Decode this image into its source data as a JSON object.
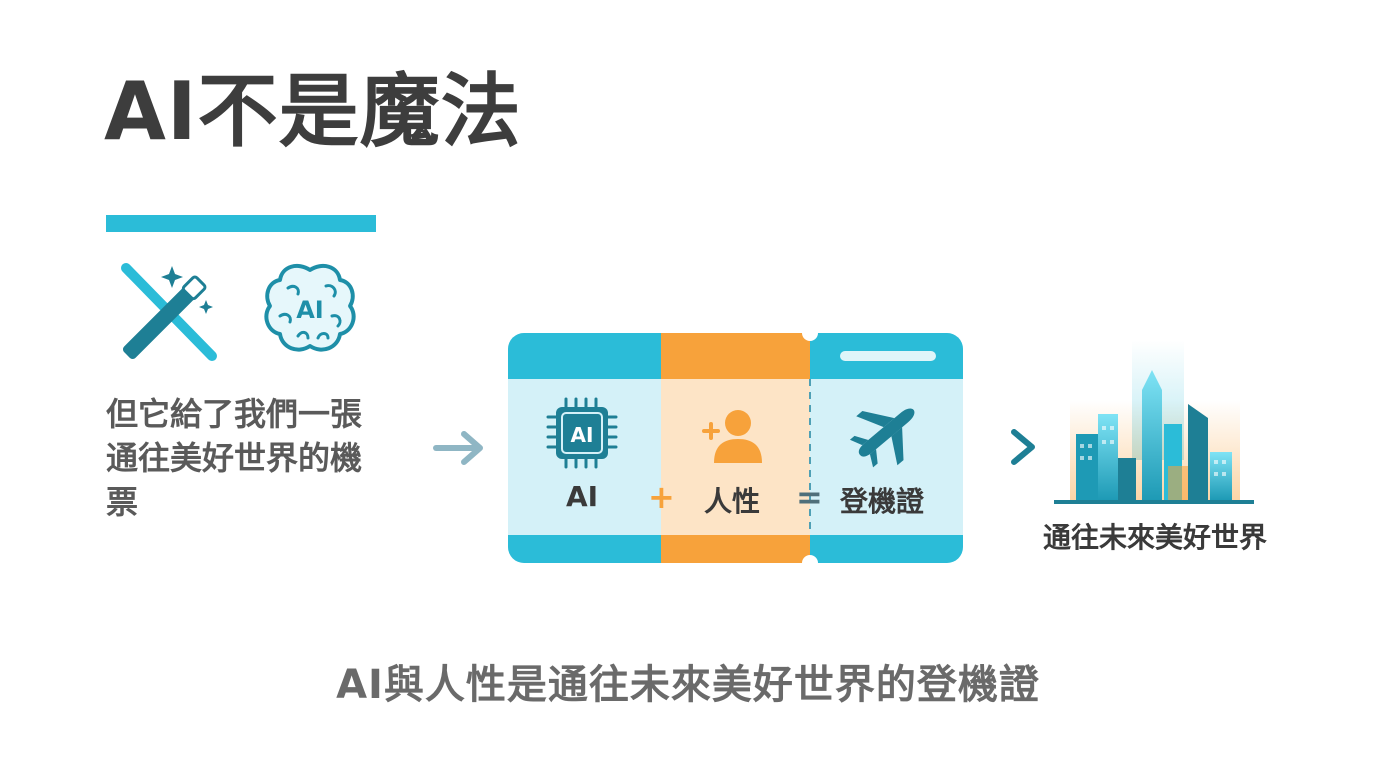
{
  "title": "AI不是魔法",
  "left_text": {
    "line1": "但它給了我們一張",
    "line2": "通往美好世界的機",
    "line3": "票"
  },
  "ticket": {
    "ai_chip_label": "AI",
    "ai_label": "AI",
    "plus": "+",
    "human_label": "人性",
    "equals": "=",
    "boarding_label": "登機證"
  },
  "brain_label": "AI",
  "city_caption": "通往未來美好世界",
  "bottom_text": "AI與人性是通往未來美好世界的登機證",
  "colors": {
    "accent_cyan": "#2bbcd8",
    "orange": "#f7a23b",
    "light_cyan": "#d4f1f8",
    "light_orange": "#fde4c6",
    "teal_dark": "#1e7f95",
    "title_gray": "#3d3d3d"
  },
  "icons": [
    "magic-wand-icon",
    "brain-icon",
    "chip-icon",
    "person-add-icon",
    "airplane-icon",
    "city-skyline-icon",
    "arrow-right-icon"
  ]
}
